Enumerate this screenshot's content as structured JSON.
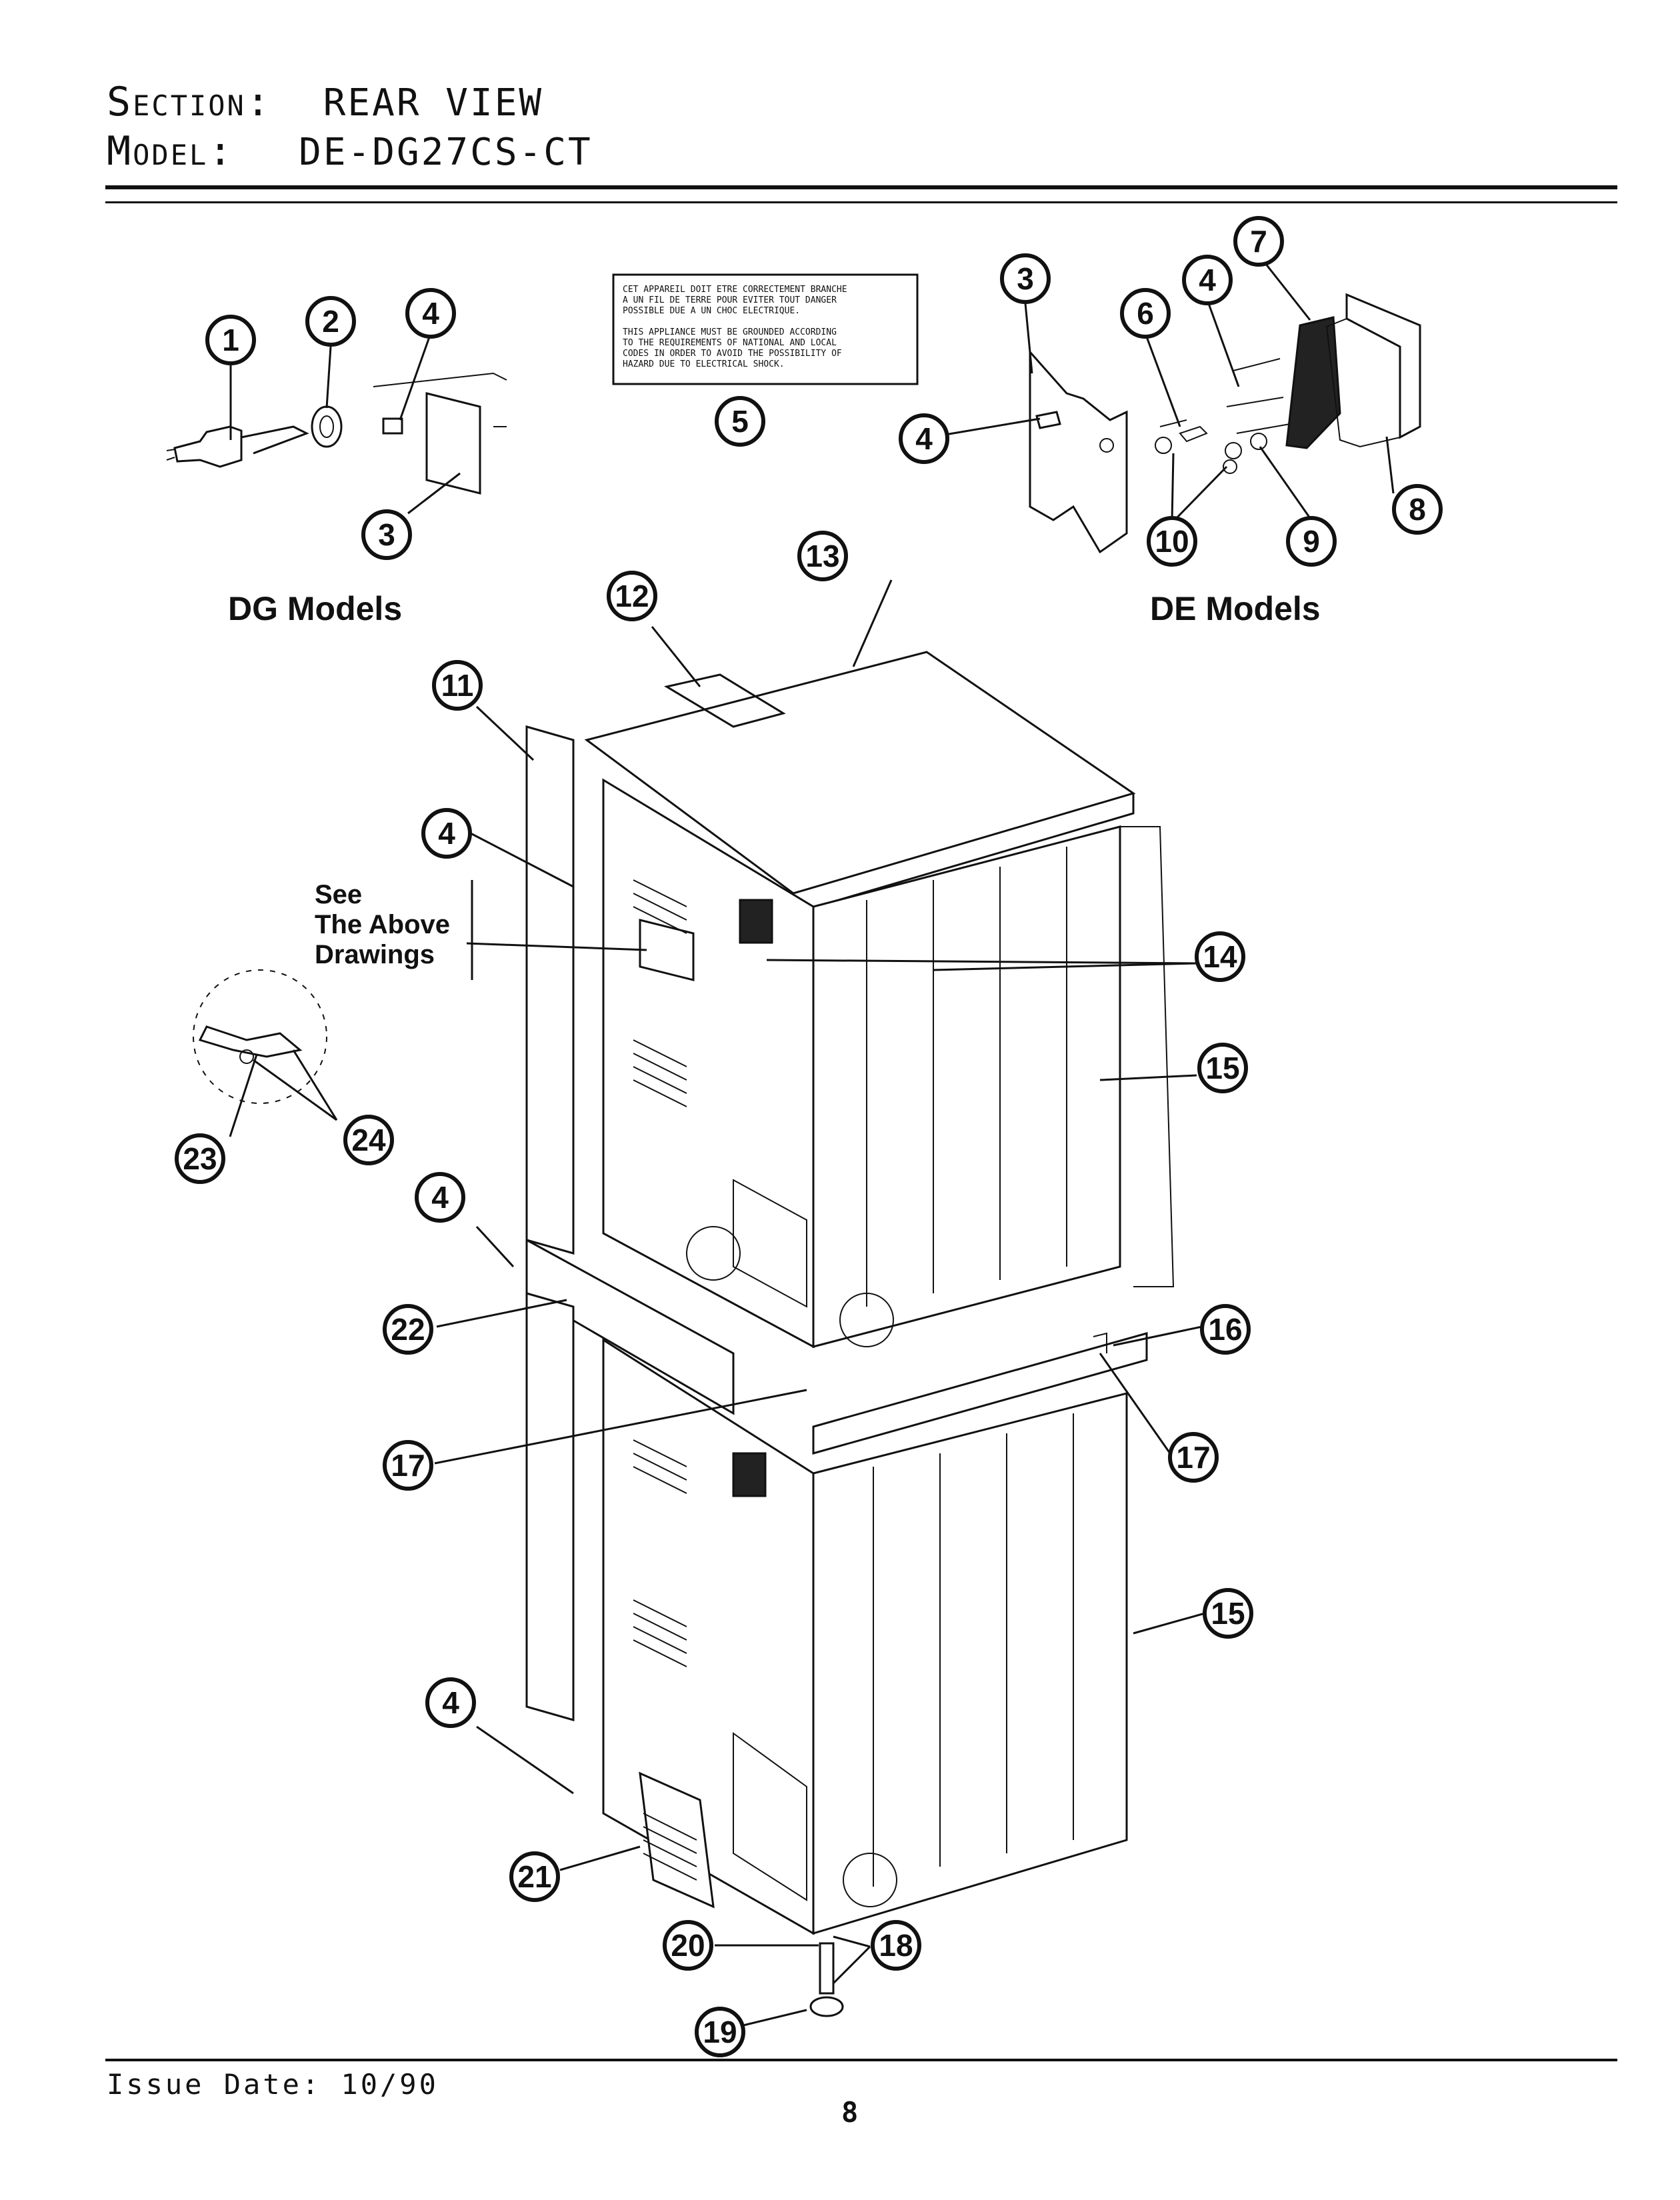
{
  "header": {
    "section_label": "Section:",
    "section_value": "REAR VIEW",
    "model_label": "Model:",
    "model_value": "DE-DG27CS-CT"
  },
  "groups": {
    "dg_label": "DG Models",
    "de_label": "DE Models"
  },
  "see_note": [
    "See",
    "The Above",
    "Drawings"
  ],
  "warning_label": {
    "french": [
      "CET APPAREIL DOIT ETRE CORRECTEMENT BRANCHE",
      "A UN FIL DE TERRE POUR EVITER TOUT DANGER",
      "POSSIBLE DUE A UN CHOC ELECTRIQUE."
    ],
    "english": [
      "THIS APPLIANCE MUST BE GROUNDED ACCORDING",
      "TO THE REQUIREMENTS OF NATIONAL AND LOCAL",
      "CODES IN ORDER TO AVOID THE POSSIBILITY OF",
      "HAZARD DUE TO ELECTRICAL SHOCK."
    ]
  },
  "callouts": [
    {
      "num": "1"
    },
    {
      "num": "2"
    },
    {
      "num": "4"
    },
    {
      "num": "3"
    },
    {
      "num": "5"
    },
    {
      "num": "3"
    },
    {
      "num": "4"
    },
    {
      "num": "7"
    },
    {
      "num": "6"
    },
    {
      "num": "4"
    },
    {
      "num": "8"
    },
    {
      "num": "10"
    },
    {
      "num": "9"
    },
    {
      "num": "13"
    },
    {
      "num": "12"
    },
    {
      "num": "11"
    },
    {
      "num": "4"
    },
    {
      "num": "14"
    },
    {
      "num": "15"
    },
    {
      "num": "23"
    },
    {
      "num": "24"
    },
    {
      "num": "4"
    },
    {
      "num": "22"
    },
    {
      "num": "16"
    },
    {
      "num": "17"
    },
    {
      "num": "17"
    },
    {
      "num": "15"
    },
    {
      "num": "4"
    },
    {
      "num": "21"
    },
    {
      "num": "20"
    },
    {
      "num": "18"
    },
    {
      "num": "19"
    }
  ],
  "footer": {
    "issue_date": "Issue Date: 10/90",
    "page_number": "8"
  }
}
